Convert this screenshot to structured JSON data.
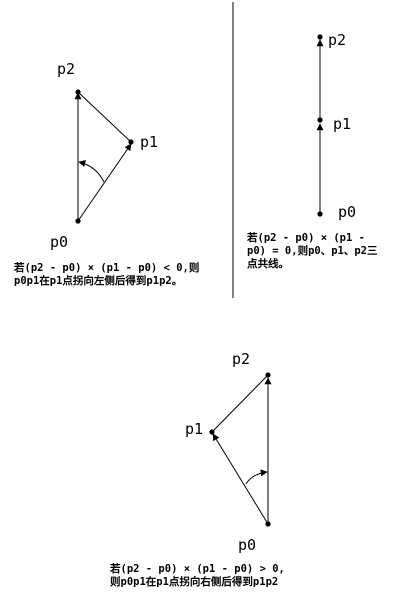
{
  "colors": {
    "ink": "#000000",
    "background": "#ffffff"
  },
  "panels": {
    "left": {
      "labels": {
        "p0": "p0",
        "p1": "p1",
        "p2": "p2"
      },
      "caption": {
        "line1": "若(p2 - p0) × (p1 - p0) < 0,则",
        "line2": "p0p1在p1点拐向左侧后得到p1p2。"
      }
    },
    "right": {
      "labels": {
        "p0": "p0",
        "p1": "p1",
        "p2": "p2"
      },
      "caption": {
        "line1": "若(p2 - p0) × (p1 -",
        "line2": "p0) = 0,则p0、p1、p2三",
        "line3": "点共线。"
      }
    },
    "bottom": {
      "labels": {
        "p0": "p0",
        "p1": "p1",
        "p2": "p2"
      },
      "caption": {
        "line1": "若(p2 - p0) × (p1 - p0) > 0,",
        "line2": "则p0p1在p1点拐向右侧后得到p1p2"
      }
    }
  }
}
